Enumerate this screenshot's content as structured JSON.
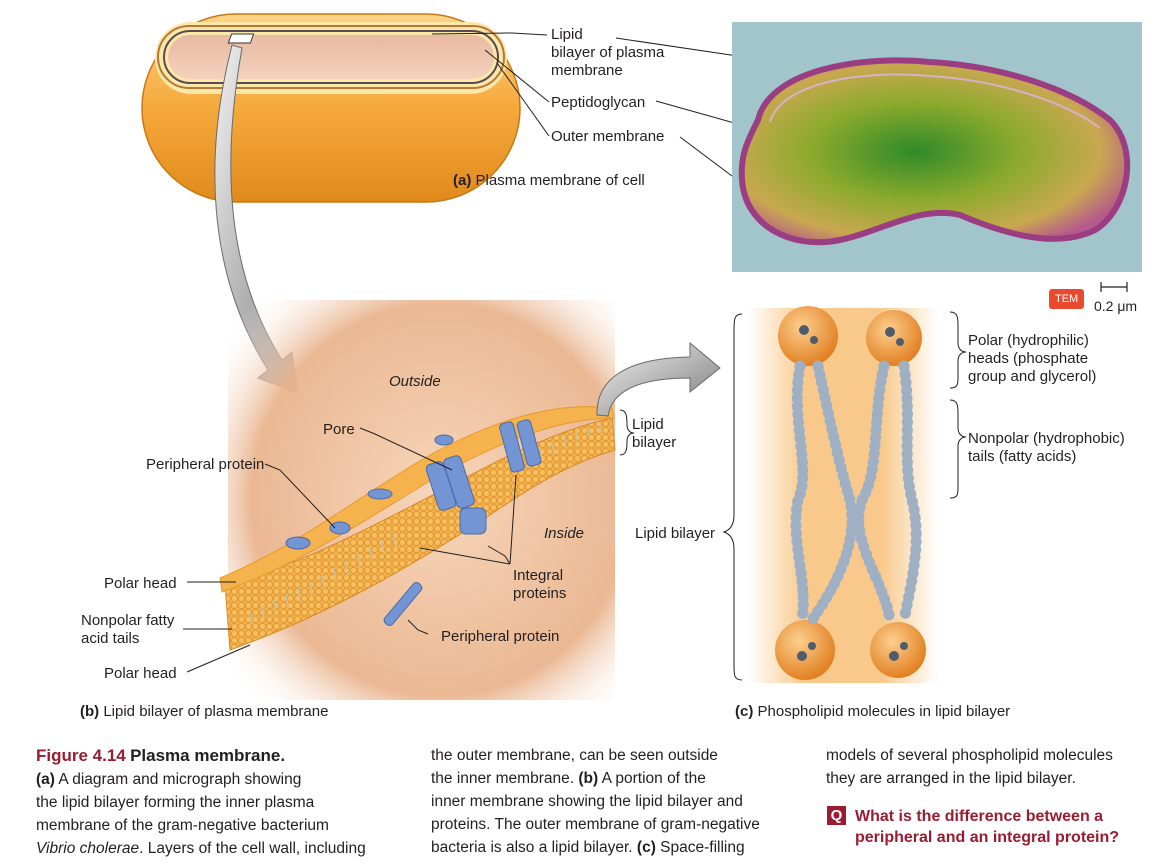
{
  "panel_a": {
    "caption_letter": "(a)",
    "caption_text": "Plasma membrane of cell",
    "label_lipid_bilayer_lines": [
      "Lipid",
      "bilayer of plasma",
      "membrane"
    ],
    "label_peptidoglycan": "Peptidoglycan",
    "label_outer_membrane": "Outer membrane",
    "tem_badge": "TEM",
    "scale_bar": "0.2 μm"
  },
  "panel_b": {
    "caption_letter": "(b)",
    "caption_text": "Lipid bilayer of plasma membrane",
    "outside": "Outside",
    "inside": "Inside",
    "pore": "Pore",
    "peripheral_protein_top": "Peripheral protein",
    "peripheral_protein_bottom": "Peripheral protein",
    "integral_proteins_lines": [
      "Integral",
      "proteins"
    ],
    "polar_head_top": "Polar head",
    "nonpolar_lines": [
      "Nonpolar fatty",
      "acid tails"
    ],
    "polar_head_bottom": "Polar head",
    "lipid_bilayer_lines": [
      "Lipid",
      "bilayer"
    ]
  },
  "panel_c": {
    "caption_letter": "(c)",
    "caption_text": "Phospholipid molecules in lipid bilayer",
    "lipid_bilayer": "Lipid bilayer",
    "polar_heads_lines": [
      "Polar (hydrophilic)",
      "heads (phosphate",
      "group and glycerol)"
    ],
    "nonpolar_tails_lines": [
      "Nonpolar (hydrophobic)",
      "tails (fatty acids)"
    ]
  },
  "figure_caption": {
    "title_number": "Figure 4.14",
    "title_text": "Plasma membrane.",
    "col1": [
      [
        "(a)",
        " A diagram and micrograph showing"
      ],
      [
        "",
        "the lipid bilayer forming the inner plasma"
      ],
      [
        "",
        "membrane of the gram-negative bacterium"
      ],
      [
        "Vibrio cholerae",
        ". Layers of the cell wall, including"
      ]
    ],
    "col2": [
      [
        "",
        "the outer membrane, can be seen outside"
      ],
      [
        "",
        "the inner membrane. ",
        "(b)",
        " A portion of the"
      ],
      [
        "",
        "inner membrane showing the lipid bilayer and"
      ],
      [
        "",
        "proteins. The outer membrane of gram-negative"
      ],
      [
        "",
        "bacteria is also a lipid bilayer. ",
        "(c)",
        " Space-filling"
      ]
    ],
    "col3": [
      "models of several phospholipid molecules",
      "they are arranged in the lipid bilayer."
    ],
    "question_icon": "Q",
    "question_lines": [
      "What is the difference between a",
      "peripheral and an integral protein?"
    ]
  },
  "colors": {
    "accent": "#9b1b30",
    "tem_badge": "#e8492f",
    "membrane_orange": "#f2a23a",
    "protein_blue": "#6f8fcf",
    "micrograph_bg": "#9fc7cf"
  }
}
